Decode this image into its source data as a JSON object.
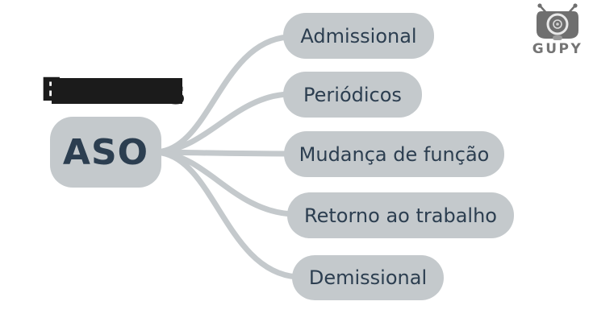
{
  "title": {
    "visible_first_letter": "E",
    "visible_last_letter": "s",
    "note": "middle of title covered by black redaction bar"
  },
  "mindmap": {
    "root": {
      "label": "ASO"
    },
    "children": [
      {
        "label": "Admissional"
      },
      {
        "label": "Periódicos"
      },
      {
        "label": "Mudança de função"
      },
      {
        "label": "Retorno ao trabalho"
      },
      {
        "label": "Demissional"
      }
    ],
    "colors": {
      "node_fill": "#c4c9cc",
      "node_text": "#2c3e50",
      "connector": "#c4c9cc",
      "redaction": "#1b1b1b"
    }
  },
  "logo": {
    "brand": "GUPY",
    "icon": "robot-head-icon",
    "color": "#6f6f6f"
  }
}
